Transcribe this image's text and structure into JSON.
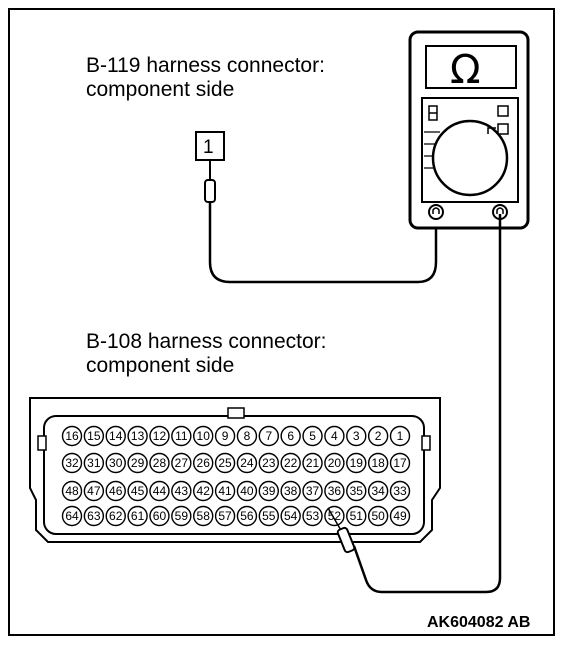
{
  "connector_top": {
    "label_line1": "B-119 harness connector:",
    "label_line2": "component side",
    "terminal": "1"
  },
  "connector_bottom": {
    "label_line1": "B-108 harness connector:",
    "label_line2": "component side",
    "rows": [
      [
        "16",
        "15",
        "14",
        "13",
        "12",
        "11",
        "10",
        "9",
        "8",
        "7",
        "6",
        "5",
        "4",
        "3",
        "2",
        "1"
      ],
      [
        "32",
        "31",
        "30",
        "29",
        "28",
        "27",
        "26",
        "25",
        "24",
        "23",
        "22",
        "21",
        "20",
        "19",
        "18",
        "17"
      ],
      [
        "48",
        "47",
        "46",
        "45",
        "44",
        "43",
        "42",
        "41",
        "40",
        "39",
        "38",
        "37",
        "36",
        "35",
        "34",
        "33"
      ],
      [
        "64",
        "63",
        "62",
        "61",
        "60",
        "59",
        "58",
        "57",
        "56",
        "55",
        "54",
        "53",
        "52",
        "51",
        "50",
        "49"
      ]
    ]
  },
  "meter": {
    "unit_symbol": "Ω"
  },
  "figure_code": "AK604082 AB"
}
